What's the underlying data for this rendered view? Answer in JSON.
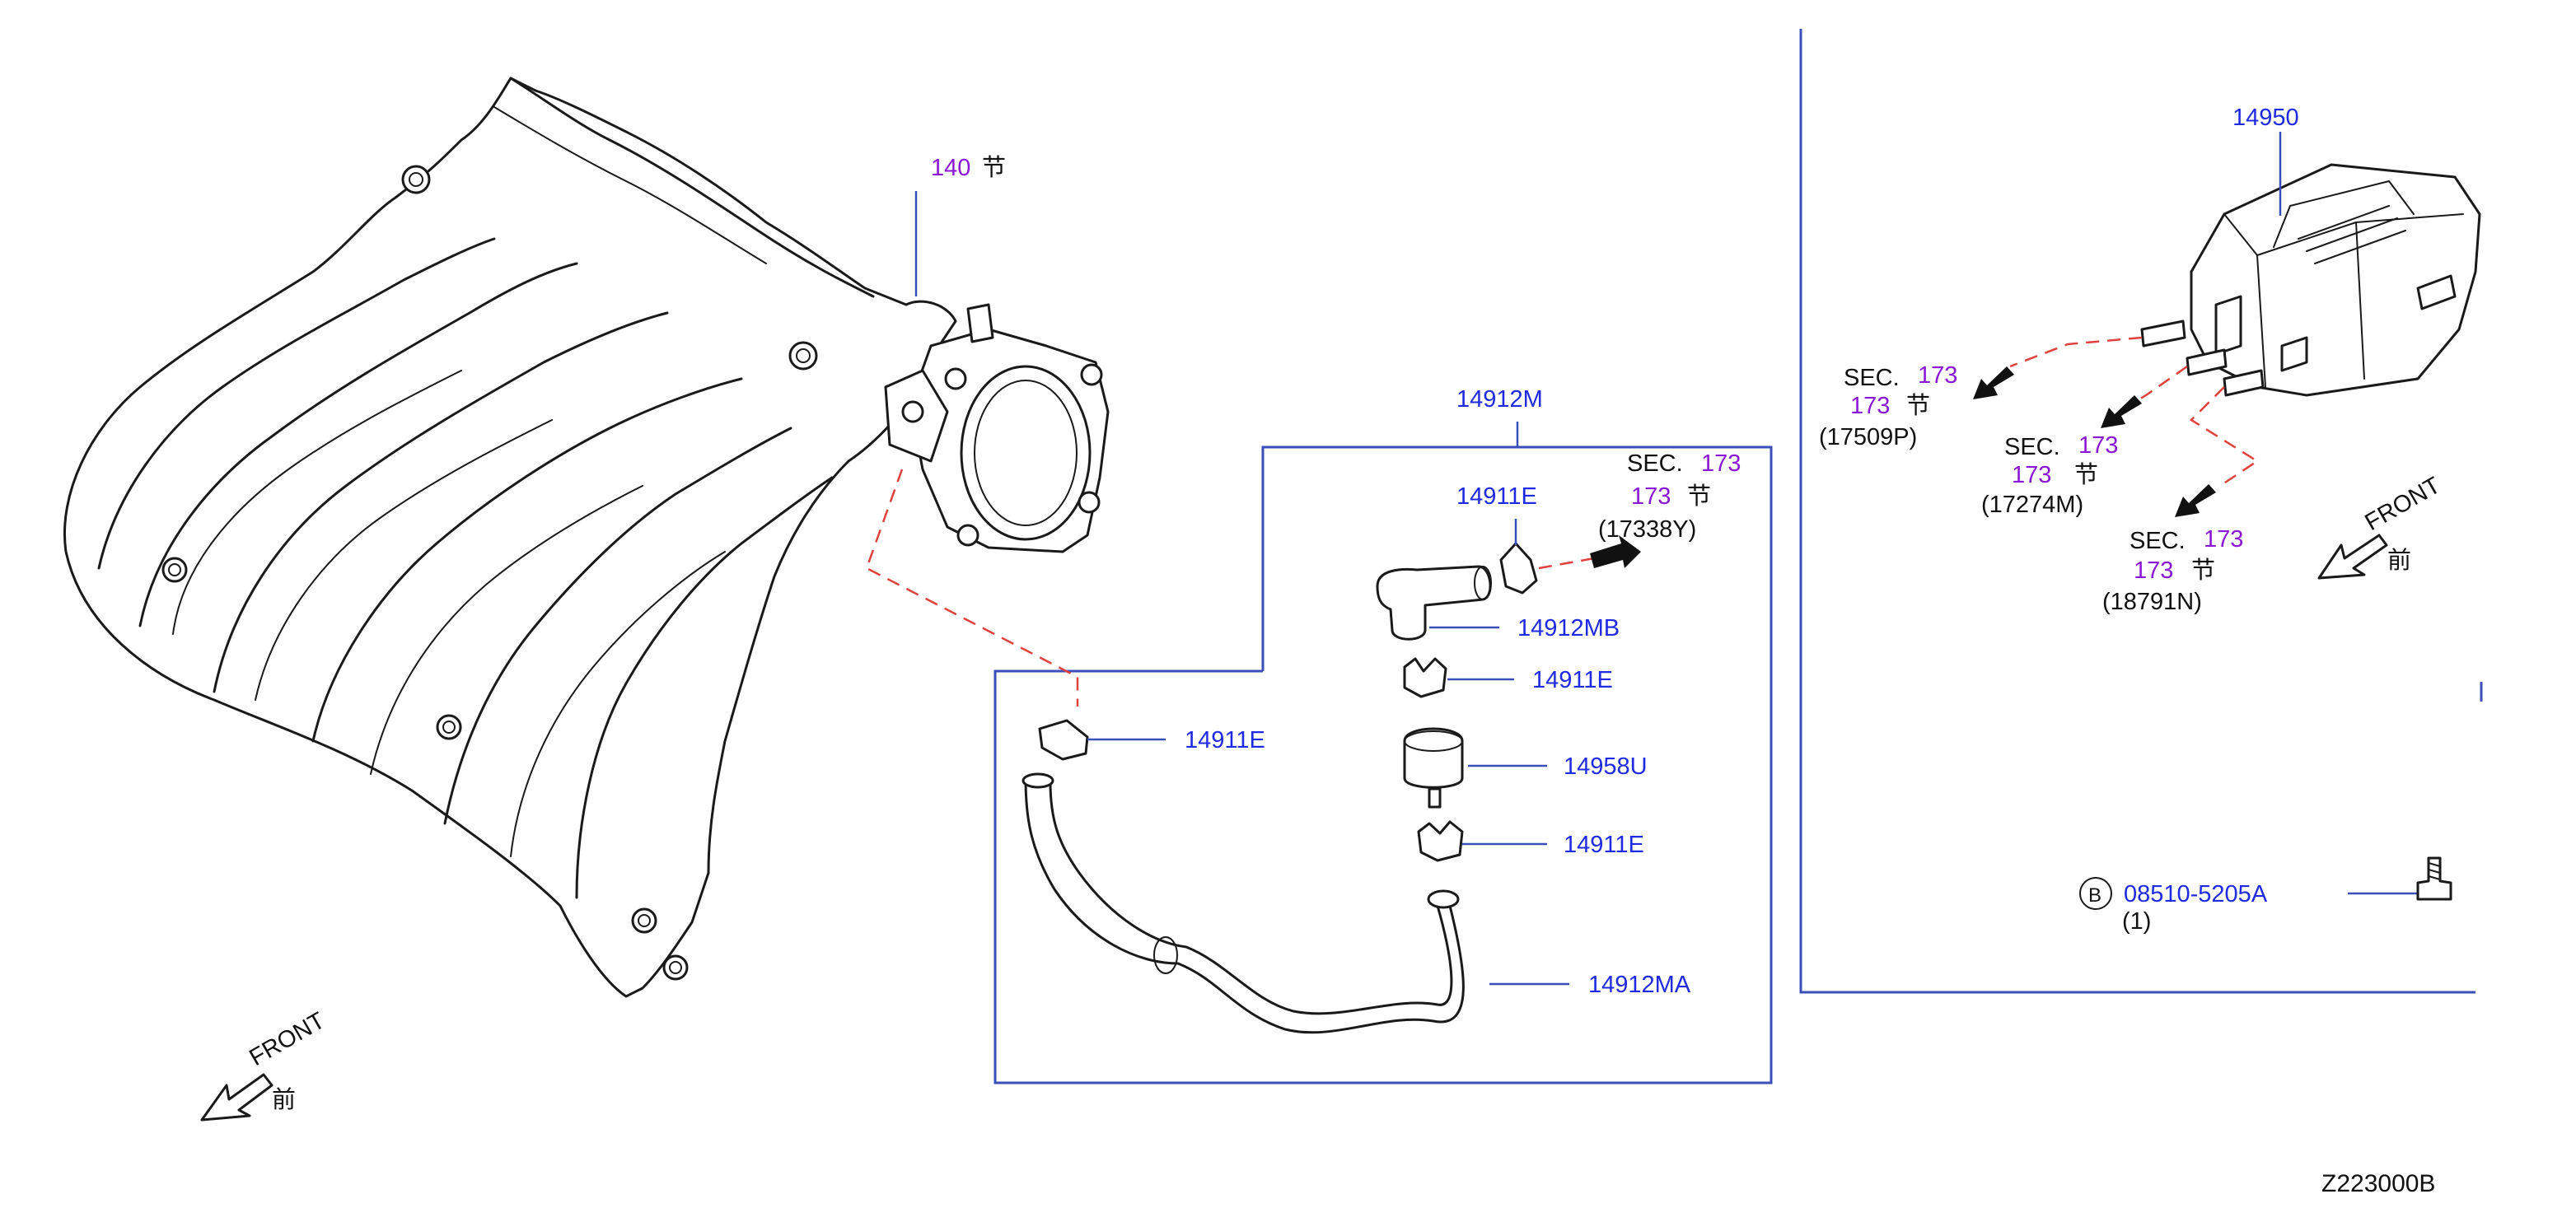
{
  "diagram_code": "Z223000B",
  "manifold_label": {
    "num": "140",
    "kanji": "节"
  },
  "assembly_label": "14912M",
  "parts": {
    "clip_top": "14911E",
    "hose_top": "14912MB",
    "clip_mid_upper": "14911E",
    "valve": "14958U",
    "clip_mid_lower": "14911E",
    "clip_left": "14911E",
    "hose_lower": "14912MA",
    "canister": "14950",
    "bolt_part": "08510-5205A",
    "bolt_qty": "(1)",
    "bolt_symbol": "B"
  },
  "sec_refs": {
    "inner": {
      "sec": "SEC.",
      "num": "173",
      "num2": "173",
      "kanji": "节",
      "code": "(17338Y)"
    },
    "can_1": {
      "sec": "SEC.",
      "num": "173",
      "num2": "173",
      "kanji": "节",
      "code": "(17509P)"
    },
    "can_2": {
      "sec": "SEC.",
      "num": "173",
      "num2": "173",
      "kanji": "节",
      "code": "(17274M)"
    },
    "can_3": {
      "sec": "SEC.",
      "num": "173",
      "num2": "173",
      "kanji": "节",
      "code": "(18791N)"
    }
  },
  "front_left": {
    "text": "FRONT",
    "kanji": "前"
  },
  "front_right": {
    "text": "FRONT",
    "kanji": "前"
  },
  "colors": {
    "part_number": "#1f2be0",
    "section_number": "#8a17d4",
    "leader": "#3a4fb8",
    "dashed_route": "#e0413c"
  }
}
